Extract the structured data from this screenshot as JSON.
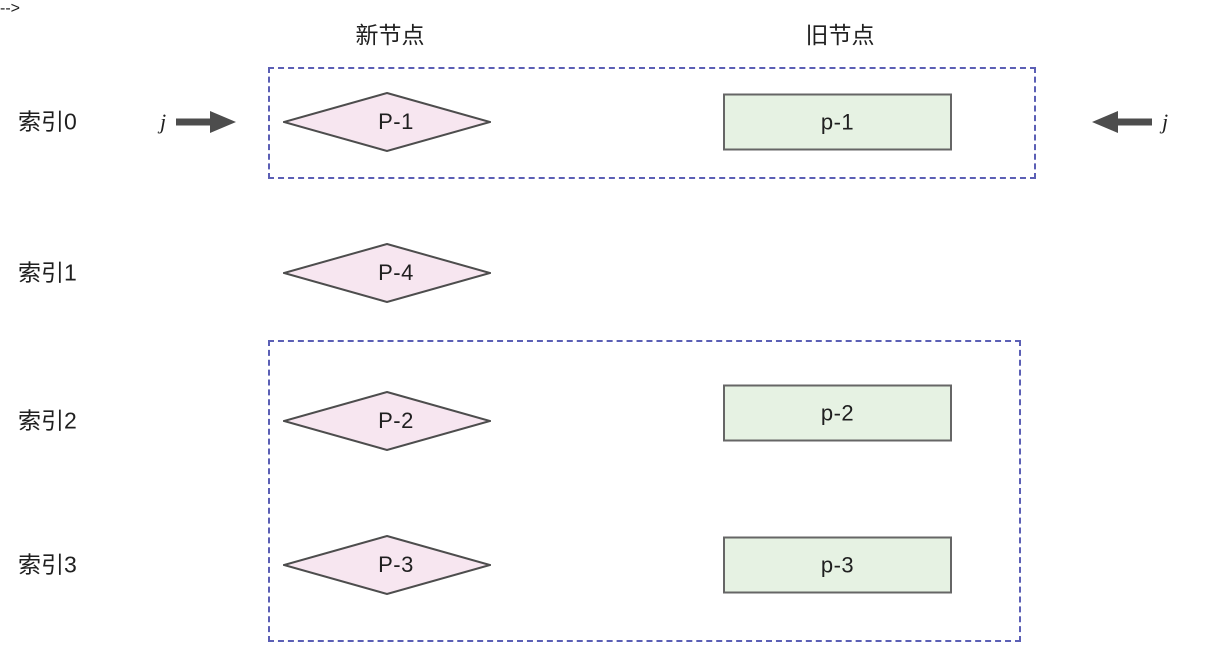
{
  "columns": {
    "new_nodes_label": "新节点",
    "old_nodes_label": "旧节点"
  },
  "rows": [
    {
      "index_label": "索引0"
    },
    {
      "index_label": "索引1"
    },
    {
      "index_label": "索引2"
    },
    {
      "index_label": "索引3"
    }
  ],
  "new_nodes": [
    {
      "label": "P-1",
      "row": 0,
      "shape": "diamond"
    },
    {
      "label": "P-4",
      "row": 1,
      "shape": "diamond"
    },
    {
      "label": "P-2",
      "row": 2,
      "shape": "diamond"
    },
    {
      "label": "P-3",
      "row": 3,
      "shape": "diamond"
    }
  ],
  "old_nodes": [
    {
      "label": "p-1",
      "row": 0,
      "shape": "rectangle"
    },
    {
      "label": "p-2",
      "row": 2,
      "shape": "rectangle"
    },
    {
      "label": "p-3",
      "row": 3,
      "shape": "rectangle"
    }
  ],
  "pointers": {
    "left": {
      "label": "j",
      "direction": "right"
    },
    "right": {
      "label": "j",
      "direction": "left"
    }
  },
  "groups": [
    {
      "name": "matched-group-top",
      "rows": [
        0
      ]
    },
    {
      "name": "matched-group-bottom",
      "rows": [
        2,
        3
      ]
    }
  ],
  "colors": {
    "diamond_fill": "#f7e6f0",
    "diamond_stroke": "#4d4d4d",
    "rect_fill": "#e6f2e3",
    "rect_stroke": "#666666",
    "dashed_group_border": "#5b5fb5",
    "arrow": "#4d4d4d",
    "text": "#1f1f1f",
    "background": "#ffffff"
  }
}
